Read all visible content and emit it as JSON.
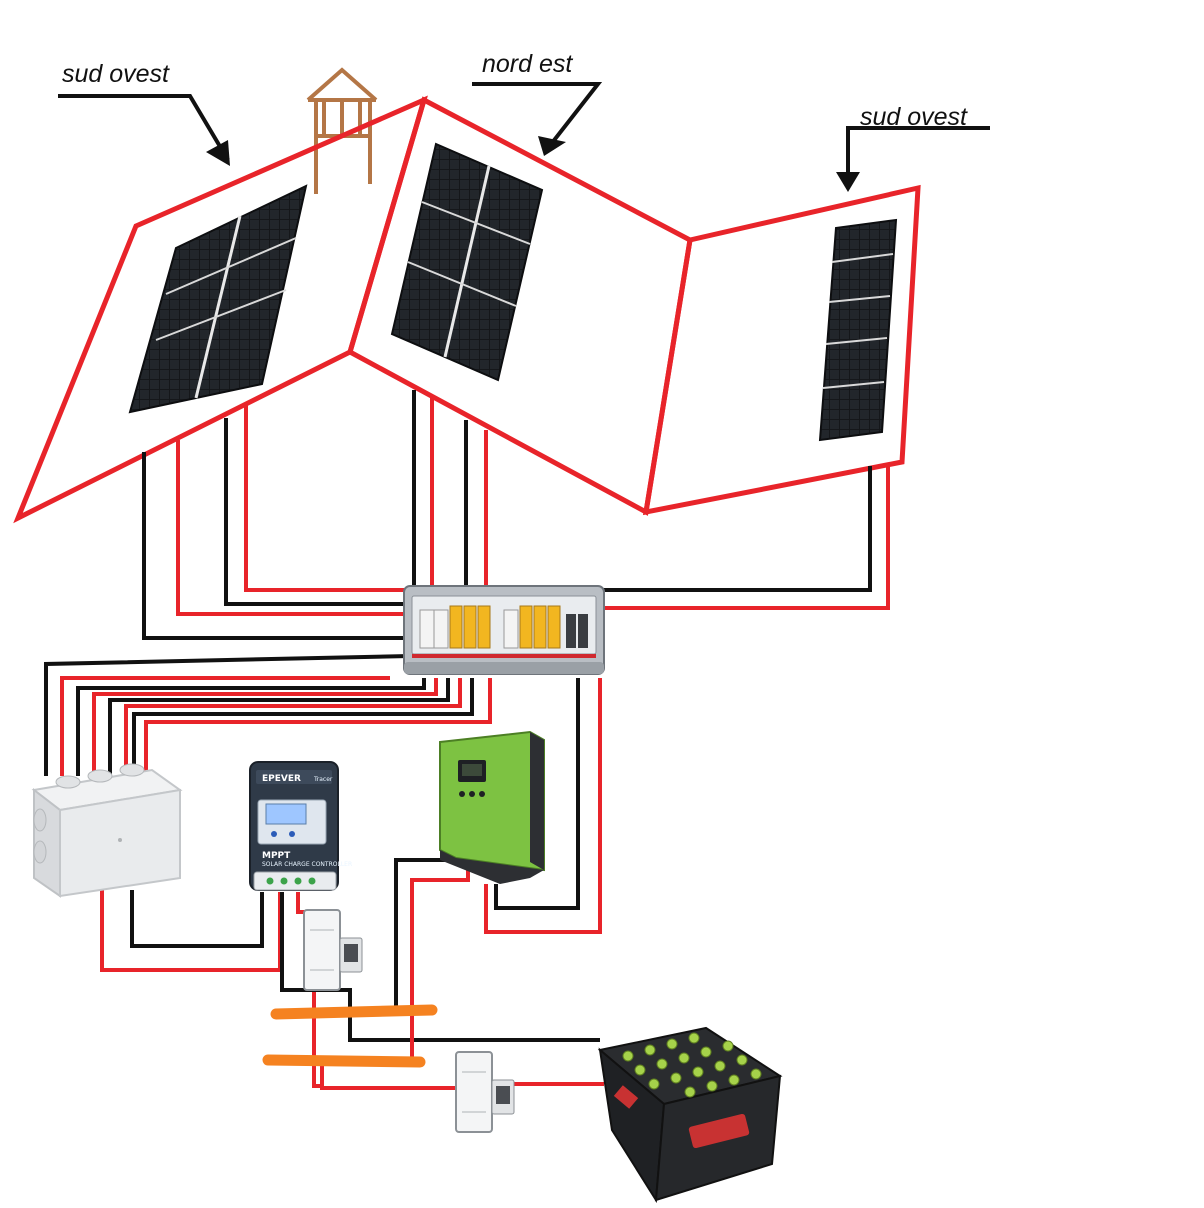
{
  "labels": {
    "roof_left": "sud ovest",
    "roof_middle": "nord est",
    "roof_right": "sud ovest"
  },
  "devices": {
    "charge_controller": {
      "brand": "EPEVER",
      "model": "Tracer",
      "type": "MPPT",
      "subtitle": "SOLAR CHARGE CONTROLLER"
    }
  },
  "colors": {
    "roof_outline": "#e8242a",
    "wire_positive": "#e8242a",
    "wire_negative": "#111111",
    "busbar": "#f58220",
    "chimney": "#b47646",
    "panel_cell": "#15171a",
    "inverter": "#7dc242"
  },
  "icons": {
    "orientation_arrow": "arrow-down-icon",
    "panel": "solar-panel-icon",
    "combiner": "combiner-box-icon",
    "junction": "junction-box-icon",
    "controller": "mppt-controller-icon",
    "inverter": "inverter-icon",
    "fuse": "fuse-holder-icon",
    "battery": "battery-bank-icon"
  }
}
